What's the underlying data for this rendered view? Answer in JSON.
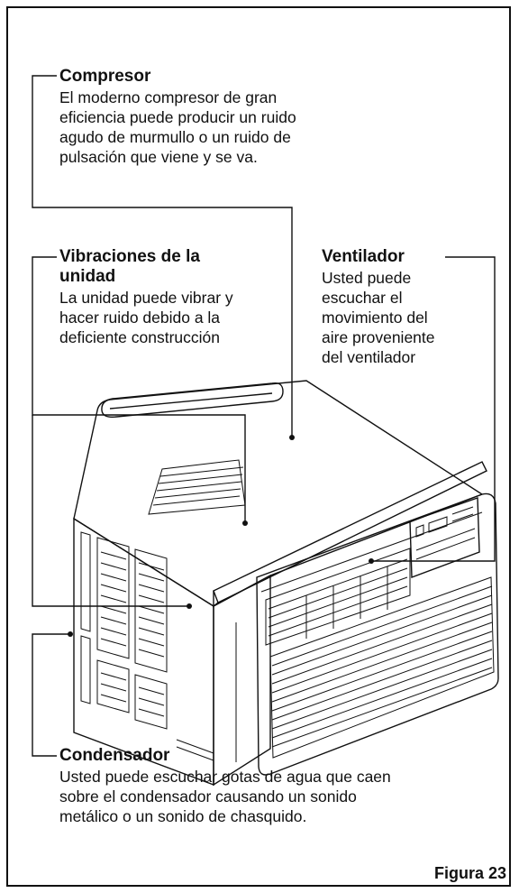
{
  "compresor": {
    "title": "Compresor",
    "text": [
      "El moderno compresor de gran",
      "eficiencia puede producir un ruido",
      "agudo de murmullo o un ruido de",
      "pulsación que viene y se va."
    ]
  },
  "vibraciones": {
    "title": [
      "Vibraciones de la",
      "unidad"
    ],
    "text": [
      "La unidad puede vibrar y",
      "hacer ruido debido a la",
      "deficiente construcción"
    ]
  },
  "ventilador": {
    "title": "Ventilador",
    "text": [
      "Usted puede",
      "escuchar el",
      "movimiento del",
      "aire proveniente",
      "del ventilador"
    ]
  },
  "condensador": {
    "title": "Condensador",
    "text": [
      "Usted puede escuchar gotas de agua que caen",
      "sobre el condensador causando un sonido",
      "metálico o un sonido de chasquido."
    ]
  },
  "figure_label": "Figura 23",
  "colors": {
    "line": "#111111",
    "background": "#ffffff"
  }
}
